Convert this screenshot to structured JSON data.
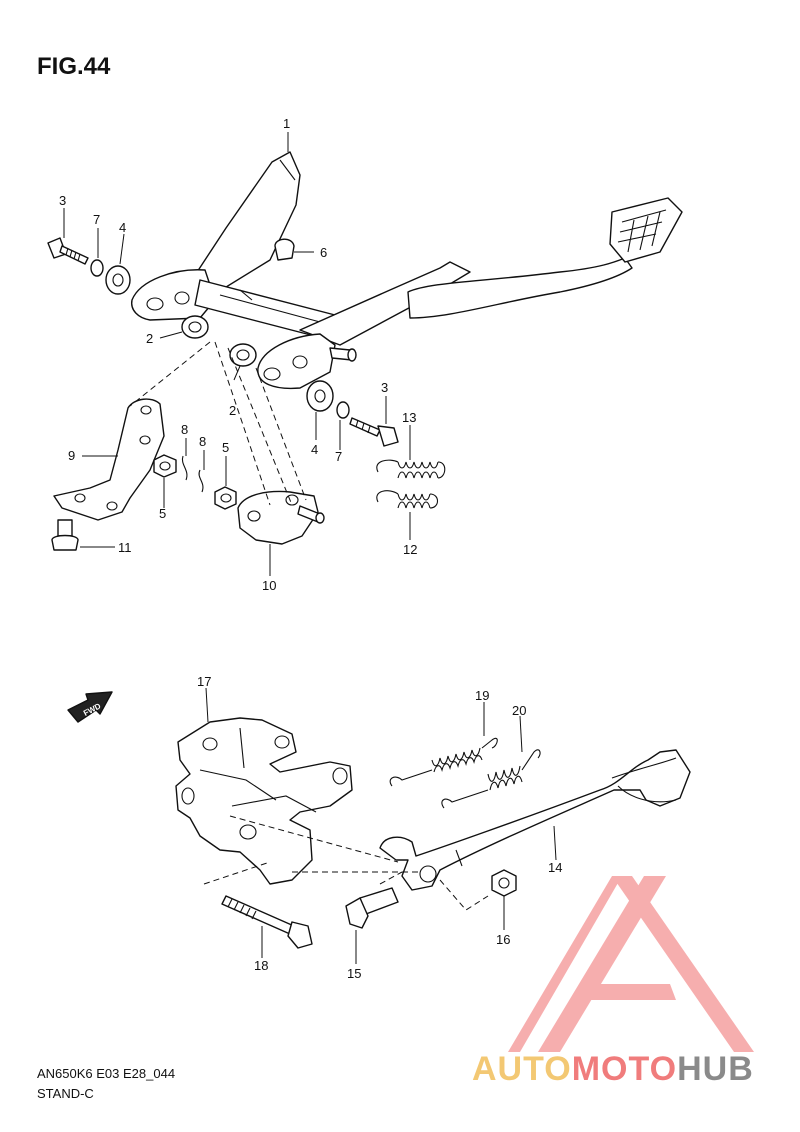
{
  "figure": {
    "title": "FIG.44",
    "model_code": "AN650K6 E03 E28_044",
    "section": "STAND-C",
    "fwd_label": "FWD"
  },
  "callouts": {
    "c1": "1",
    "c2a": "2",
    "c2b": "2",
    "c3a": "3",
    "c3b": "3",
    "c4a": "4",
    "c4b": "4",
    "c5a": "5",
    "c5b": "5",
    "c6": "6",
    "c7a": "7",
    "c7b": "7",
    "c8a": "8",
    "c8b": "8",
    "c9": "9",
    "c10": "10",
    "c11": "11",
    "c12": "12",
    "c13": "13",
    "c14": "14",
    "c15": "15",
    "c16": "16",
    "c17": "17",
    "c18": "18",
    "c19": "19",
    "c20": "20"
  },
  "watermark": {
    "part1": "AUTO",
    "part2": "MOTO",
    "part3": "HUB",
    "colors": {
      "gold": "#f3c873",
      "red": "#f07c7c",
      "grey": "#8a8a8a",
      "triangle": "#f59a9a"
    }
  }
}
